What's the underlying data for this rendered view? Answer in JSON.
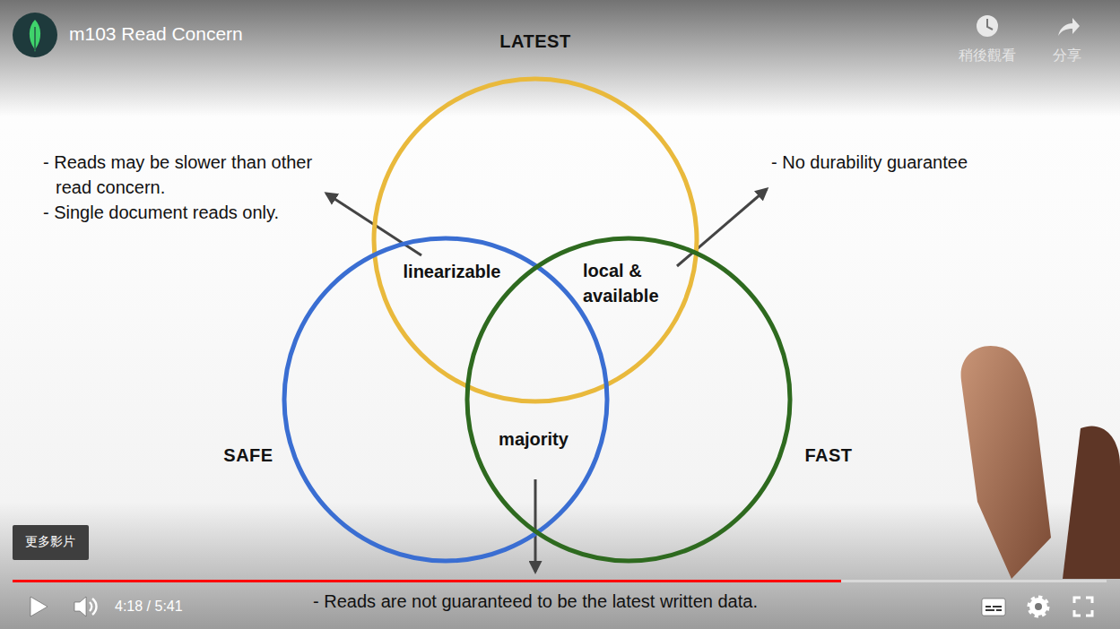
{
  "diagram": {
    "title": "m103 Read Concern",
    "nodes": [
      {
        "text": [
          "LATEST"
        ]
      },
      {
        "text": [
          "SAFE"
        ]
      },
      {
        "text": [
          "FAST"
        ]
      }
    ],
    "labels": [
      "- Reads may be slower than other read concern.",
      "- Single document reads only.",
      "linearizable",
      "local & available",
      "- No durability guarantee",
      "majority",
      "- Reads are not guaranteed to be the latest written data.",
      "稍後觀看",
      "分享",
      "更多影片",
      "4:18 / 5:41"
    ]
  }
}
